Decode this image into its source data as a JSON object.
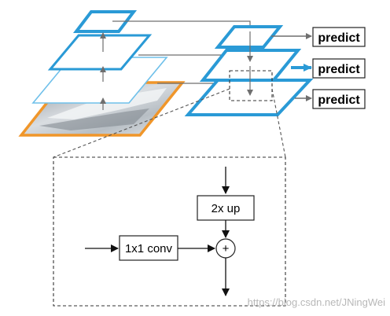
{
  "diagram": {
    "predict_labels": [
      "predict",
      "predict",
      "predict"
    ],
    "upsample_label": "2x up",
    "conv_label": "1x1 conv",
    "plus_symbol": "+",
    "watermark": "https://blog.csdn.net/JNingWei",
    "colors": {
      "blue": "#2a9ad6",
      "light_blue": "#6fc0ea",
      "orange": "#f0962a",
      "gray_arrow": "#6f6f6f",
      "dark": "#333333"
    }
  }
}
